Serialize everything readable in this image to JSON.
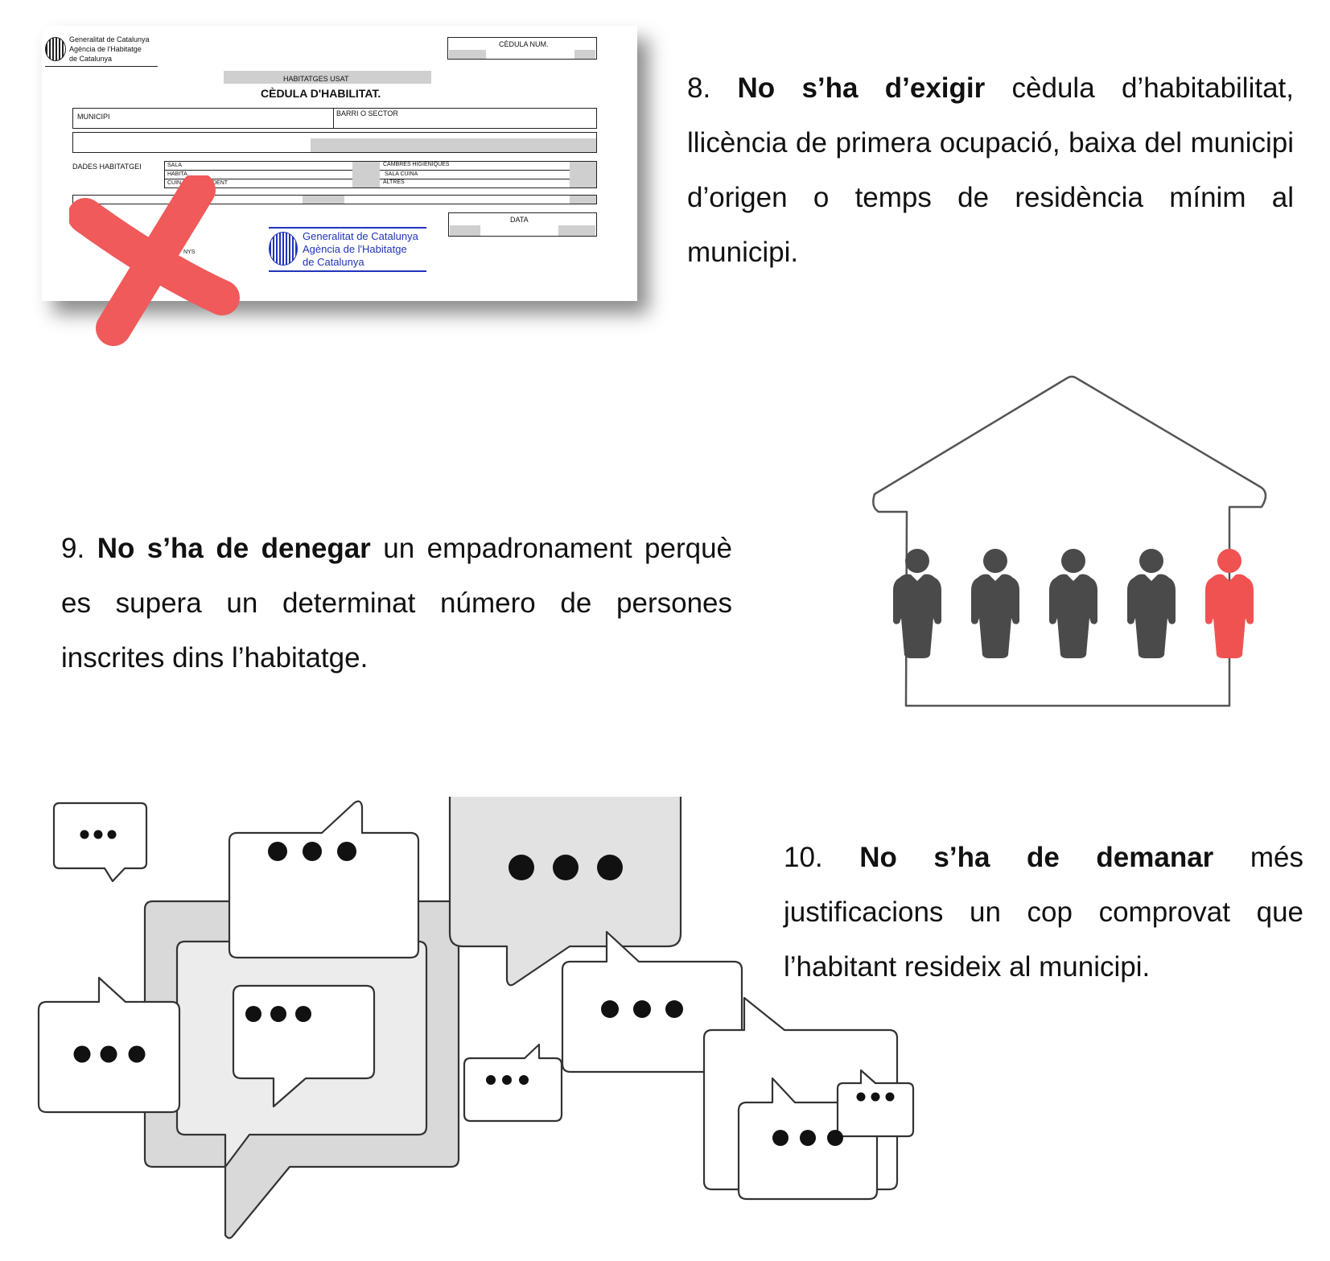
{
  "document": {
    "org_lines": [
      "Generalitat de Catalunya",
      "Agència de l'Habitatge",
      "de Catalunya"
    ],
    "cedula_num_label": "CÈDULA NUM.",
    "header_band": "HABITATGES USAT",
    "title": "CÈDULA D'HABILITAT.",
    "municipi_label": "MUNICIPI",
    "barri_label": "BARRI O SECTOR",
    "dades_label": "DADES HABITATGEI",
    "row_labels_left": [
      "SALA",
      "HABITA",
      "CUIN"
    ],
    "row_fragment": "DENT",
    "row_labels_right": [
      "CAMBRES HIGIENIQUES",
      "SALA CUINA",
      "ALTRES"
    ],
    "data_label": "DATA",
    "partial_text": "NYS",
    "stamp_lines": [
      "Generalitat de Catalunya",
      "Agència de l'Habitatge",
      "de Catalunya"
    ],
    "cross_color": "#f05a5a"
  },
  "items": [
    {
      "number": "8.",
      "bold": "No s’ha d’exigir",
      "rest": " cèdula d’habitabilitat, llicència de primera ocupació, baixa del municipi d’origen o temps de residència mínim al municipi."
    },
    {
      "number": "9.",
      "bold": "No s’ha de denegar",
      "rest": " un empadronament perquè es supera un determinat número de persones inscrites dins l’habitatge."
    },
    {
      "number": "10.",
      "bold": "No s’ha de demanar",
      "rest": " més justificacions un cop comprovat que l’habitant resideix al municipi."
    }
  ],
  "house": {
    "people_count_total": 5,
    "people_inside": 4,
    "person_color": "#4a4a4a",
    "extra_person_color": "#f05252"
  },
  "bubble_icon": "speech-bubble-ellipsis-icon"
}
